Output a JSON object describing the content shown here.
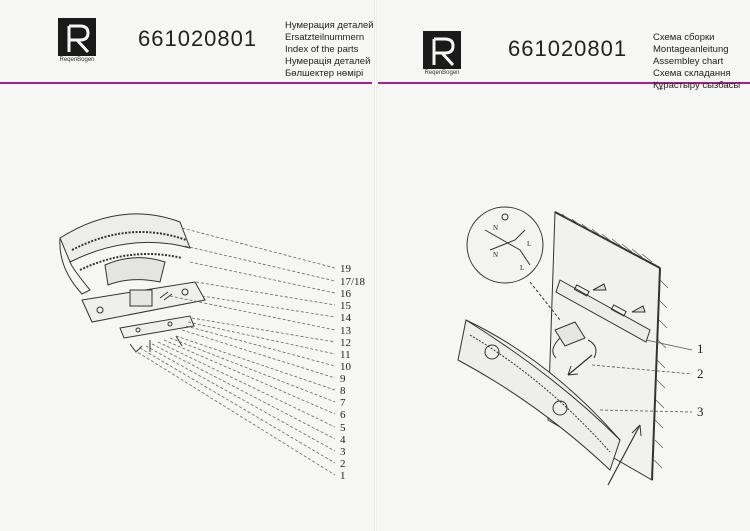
{
  "left": {
    "brand": "ReqenBogen",
    "code": "661020801",
    "titles": [
      "Нумерация деталей",
      "Ersatzteilnummern",
      "Index of the parts",
      "Нумерація деталей",
      "Бөлшектер нөмірі"
    ],
    "part_numbers": [
      "19",
      "17/18",
      "16",
      "15",
      "14",
      "13",
      "12",
      "11",
      "10",
      "9",
      "8",
      "7",
      "6",
      "5",
      "4",
      "3",
      "2",
      "1"
    ]
  },
  "right": {
    "brand": "ReqenBogen",
    "code": "661020801",
    "titles": [
      "Схема сборки",
      "Montageanleitung",
      "Assembley chart",
      "Схема складання",
      "Құрастыру сызбасы"
    ],
    "callouts": [
      "1",
      "2",
      "3"
    ],
    "wire_labels": [
      "N",
      "L",
      "N",
      "L"
    ]
  },
  "colors": {
    "accent": "#b01c8a",
    "ink": "#222222"
  }
}
